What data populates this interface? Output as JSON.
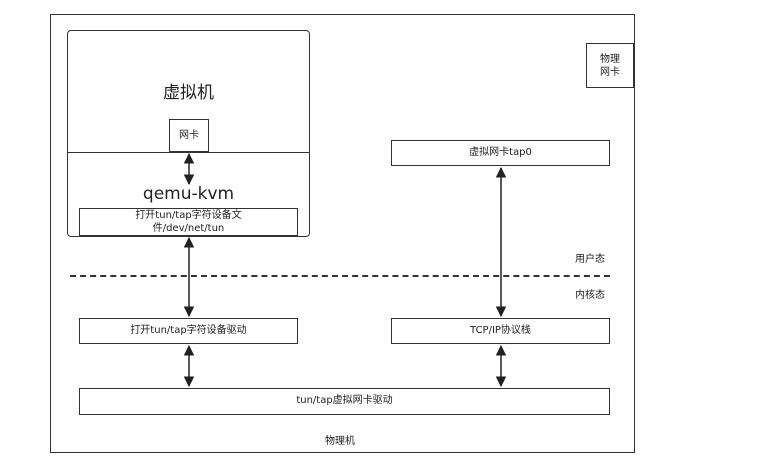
{
  "host": {
    "label": "物理机"
  },
  "physical_nic": {
    "line1": "物理",
    "line2": "网卡"
  },
  "vm": {
    "title": "虚拟机",
    "nic_label": "网卡"
  },
  "qemu": {
    "title": "qemu-kvm",
    "open_device_line1": "打开tun/tap字符设备文",
    "open_device_line2": "件/dev/net/tun"
  },
  "user_space_label": "用户态",
  "kernel_space_label": "内核态",
  "tap_device": {
    "label": "虚拟网卡tap0"
  },
  "driver_open": {
    "label": "打开tun/tap字符设备驱动"
  },
  "tcpip_stack": {
    "label": "TCP/IP协议栈"
  },
  "tuntap_driver": {
    "label": "tun/tap虚拟网卡驱动"
  }
}
